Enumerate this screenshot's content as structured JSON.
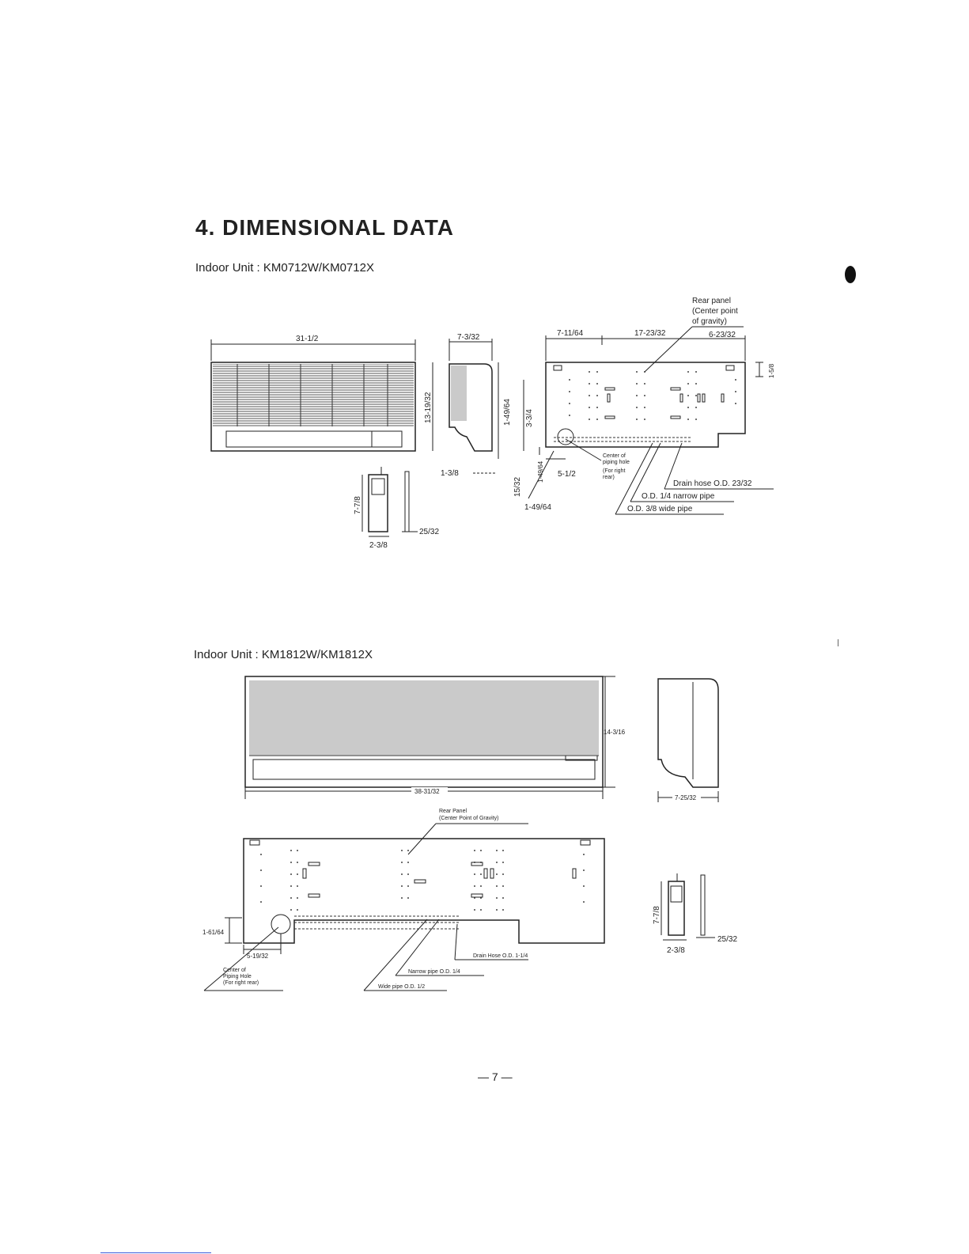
{
  "section": {
    "title": "4. DIMENSIONAL DATA",
    "page_number": "— 7 —"
  },
  "unit_a": {
    "label": "Indoor Unit : KM0712W/KM0712X",
    "front": {
      "width": "31-1/2",
      "height": "13-19/32"
    },
    "side": {
      "depth": "7-3/32",
      "d1": "1-49/64",
      "d2": "3-3/4",
      "d3": "1-3/8",
      "d4": "15/32"
    },
    "rear": {
      "top_dims": [
        "7-11/64",
        "17-23/32",
        "6-23/32"
      ],
      "right_dim": "1-5/8",
      "left_dims": [
        "1-49/64",
        "1-49/64"
      ],
      "bottom_dim": "5-1/2",
      "notes": {
        "rear_panel": [
          "Rear panel",
          "(Center point",
          "of gravity)"
        ],
        "piping_hole": [
          "Center of",
          "piping hole",
          "(For right",
          "rear)"
        ],
        "drain_hose": "Drain hose O.D. 23/32",
        "narrow_pipe": "O.D. 1/4 narrow pipe",
        "wide_pipe": "O.D. 3/8 wide pipe"
      }
    },
    "remote": {
      "height": "7-7/8",
      "width": "2-3/8",
      "depth": "25/32"
    }
  },
  "unit_b": {
    "label": "Indoor Unit : KM1812W/KM1812X",
    "front": {
      "width": "38-31/32",
      "height": "14-3/16"
    },
    "side": {
      "depth": "7-25/32"
    },
    "rear": {
      "left_dim": "1-61/64",
      "bottom_dim": "5-19/32",
      "notes": {
        "rear_panel": [
          "Rear Panel",
          "(Center Point of Gravity)"
        ],
        "piping_hole": [
          "Center of",
          "Piping Hole",
          "(For right rear)"
        ],
        "drain_hose": "Drain Hose O.D. 1-1/4",
        "narrow_pipe": "Narrow pipe O.D. 1/4",
        "wide_pipe": "Wide pipe O.D. 1/2"
      }
    },
    "remote": {
      "height": "7-7/8",
      "width": "2-3/8",
      "depth": "25/32"
    }
  }
}
